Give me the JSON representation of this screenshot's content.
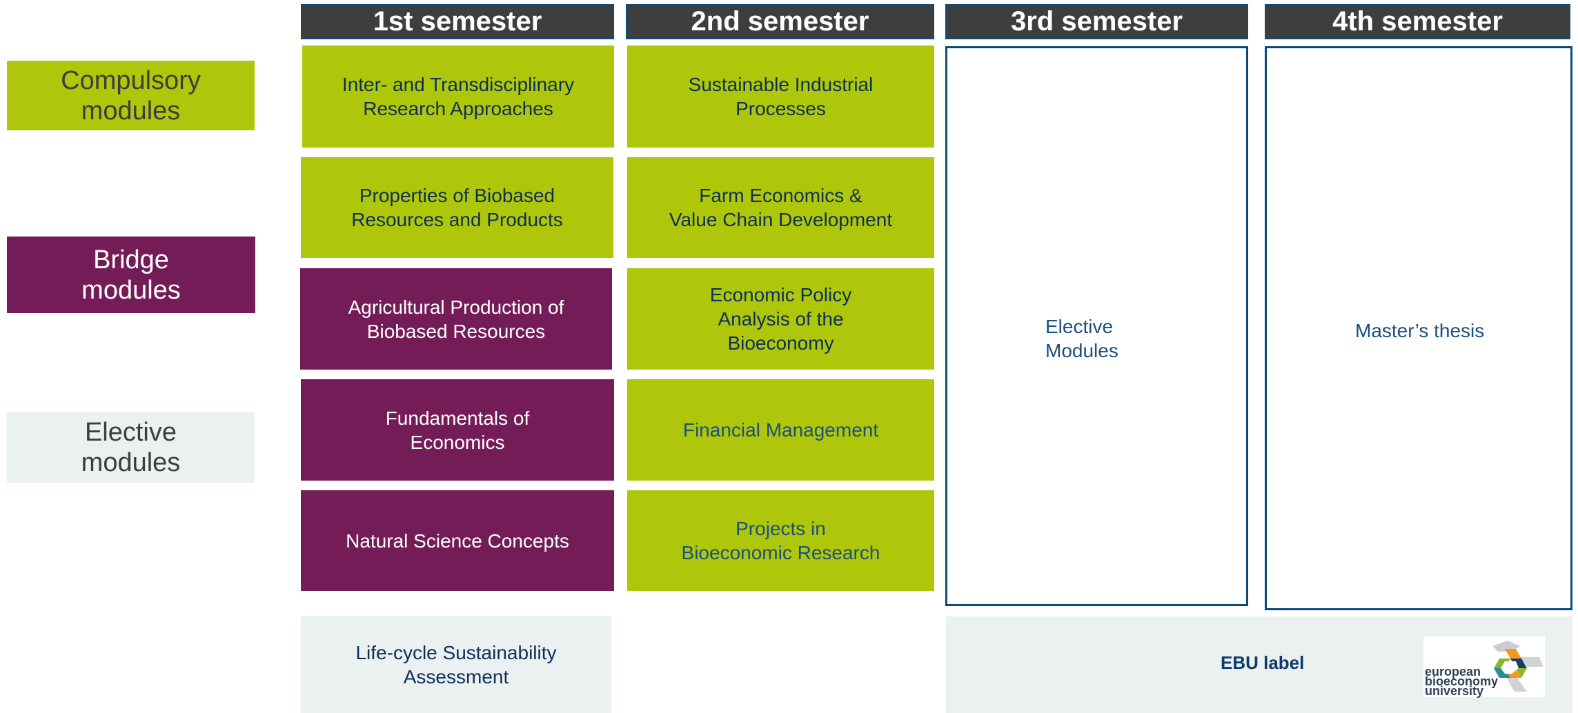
{
  "legend": {
    "compulsory": "Compulsory\nmodules",
    "bridge": "Bridge\nmodules",
    "elective": "Elective\nmodules"
  },
  "semesters": [
    "1st semester",
    "2nd semester",
    "3rd semester",
    "4th semester"
  ],
  "sem1": [
    "Inter- and Transdisciplinary\nResearch Approaches",
    "Properties of Biobased\nResources and Products",
    "Agricultural Production of\nBiobased Resources",
    "Fundamentals of\nEconomics",
    "Natural Science Concepts",
    "Life-cycle Sustainability\nAssessment"
  ],
  "sem2": [
    "Sustainable Industrial\nProcesses",
    "Farm Economics &\nValue Chain Development",
    "Economic Policy\nAnalysis of the\nBioeconomy",
    "Financial Management",
    "Projects in\nBioeconomic Research"
  ],
  "sem3": {
    "label": "Elective\nModules"
  },
  "sem4": {
    "label": "Master’s thesis"
  },
  "ebu": {
    "label": "EBU label",
    "logo_lines": [
      "european",
      "bioeconomy",
      "university"
    ]
  },
  "colors": {
    "compulsory": "#afc70a",
    "bridge": "#741c57",
    "elective": "#ebf0f0",
    "header": "#3e3e3e",
    "border_blue": "#0d4a7a"
  }
}
